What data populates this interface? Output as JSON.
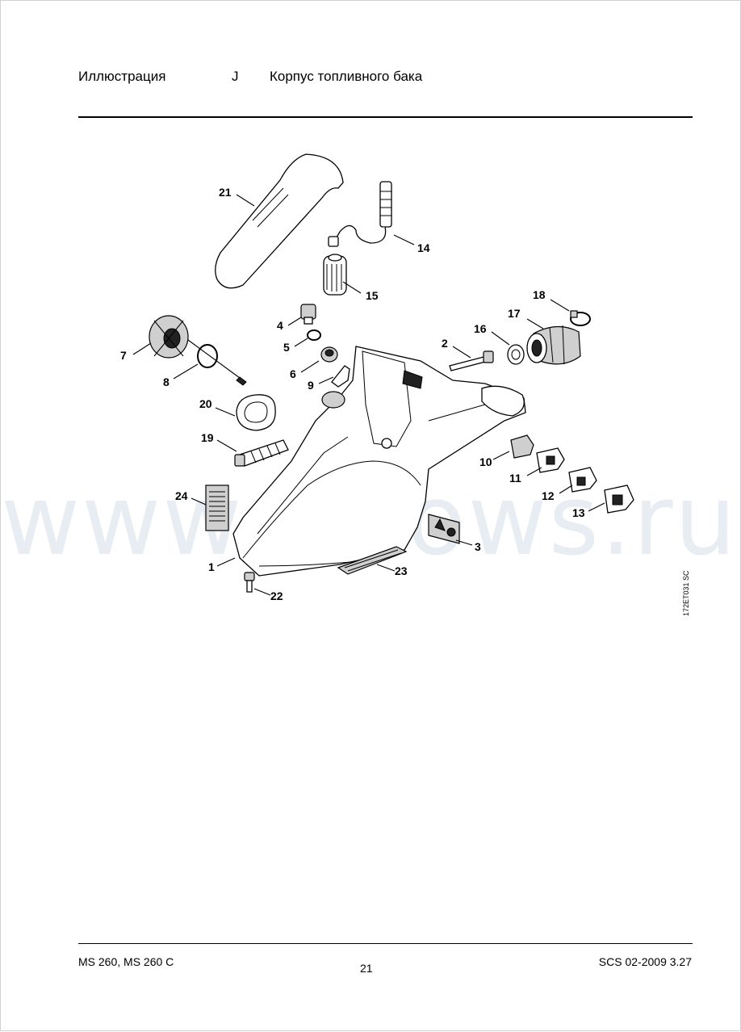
{
  "header": {
    "section_label": "Иллюстрация",
    "section_letter": "J",
    "title": "Корпус топливного бака"
  },
  "diagram": {
    "reference_code": "172ET031 SC",
    "callouts": [
      "1",
      "2",
      "3",
      "4",
      "5",
      "6",
      "7",
      "8",
      "9",
      "10",
      "11",
      "12",
      "13",
      "14",
      "15",
      "16",
      "17",
      "18",
      "19",
      "20",
      "21",
      "22",
      "23",
      "24"
    ]
  },
  "watermark": "www.arrows.ru",
  "footer": {
    "model": "MS 260, MS 260 C",
    "page_number": "21",
    "catalog_code": "SCS 02-2009 3.27"
  }
}
